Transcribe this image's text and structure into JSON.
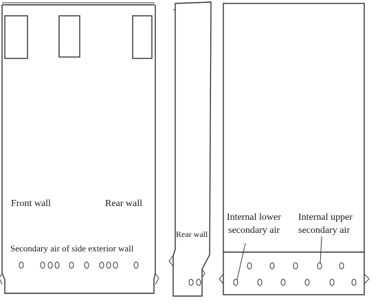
{
  "views": {
    "side": {
      "labels": {
        "front_wall": "Front wall",
        "rear_wall": "Rear wall",
        "secondary_air_side_exterior": "Secondary air of side exterior wall"
      }
    },
    "section": {
      "labels": {
        "rear_wall": "Rear wall"
      }
    },
    "internal": {
      "labels": {
        "lower_line1": "Internal lower",
        "lower_line2": "secondary air",
        "upper_line1": "Internal upper",
        "upper_line2": "secondary air"
      }
    }
  }
}
